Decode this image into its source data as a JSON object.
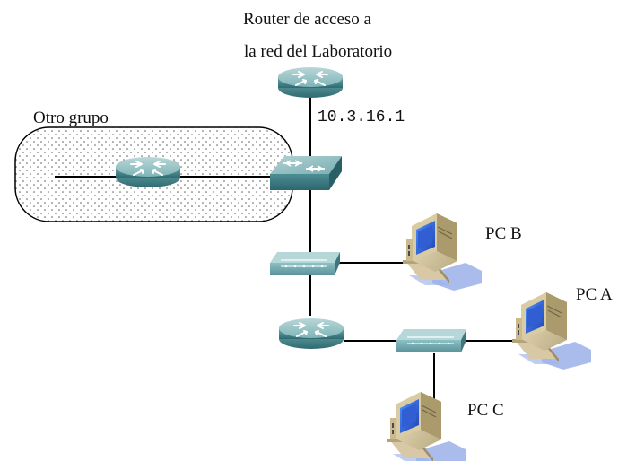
{
  "labels": {
    "router_title_line1": "Router de acceso a",
    "router_title_line2": "la red del Laboratorio",
    "router_ip": "10.3.16.1",
    "other_group": "Otro grupo",
    "pc_b": "PC B",
    "pc_a": "PC A",
    "pc_c": "PC C"
  },
  "colors": {
    "device_teal": "#5f9aa0",
    "device_teal_dark": "#2f6b72",
    "device_teal_light": "#9cc8ca",
    "hub_body": "#5e9aa3",
    "monitor_beige": "#d5c59a",
    "monitor_screen": "#2f64d7",
    "shadow_blue": "#8ea6e6",
    "cloud_dot": "#5d5d5d"
  },
  "icons": [
    "lab-access-router-icon",
    "other-group-router-icon",
    "core-switch-icon",
    "hub-b-icon",
    "lower-router-icon",
    "hub-a-icon",
    "pc-b-icon",
    "pc-a-icon",
    "pc-c-icon"
  ]
}
